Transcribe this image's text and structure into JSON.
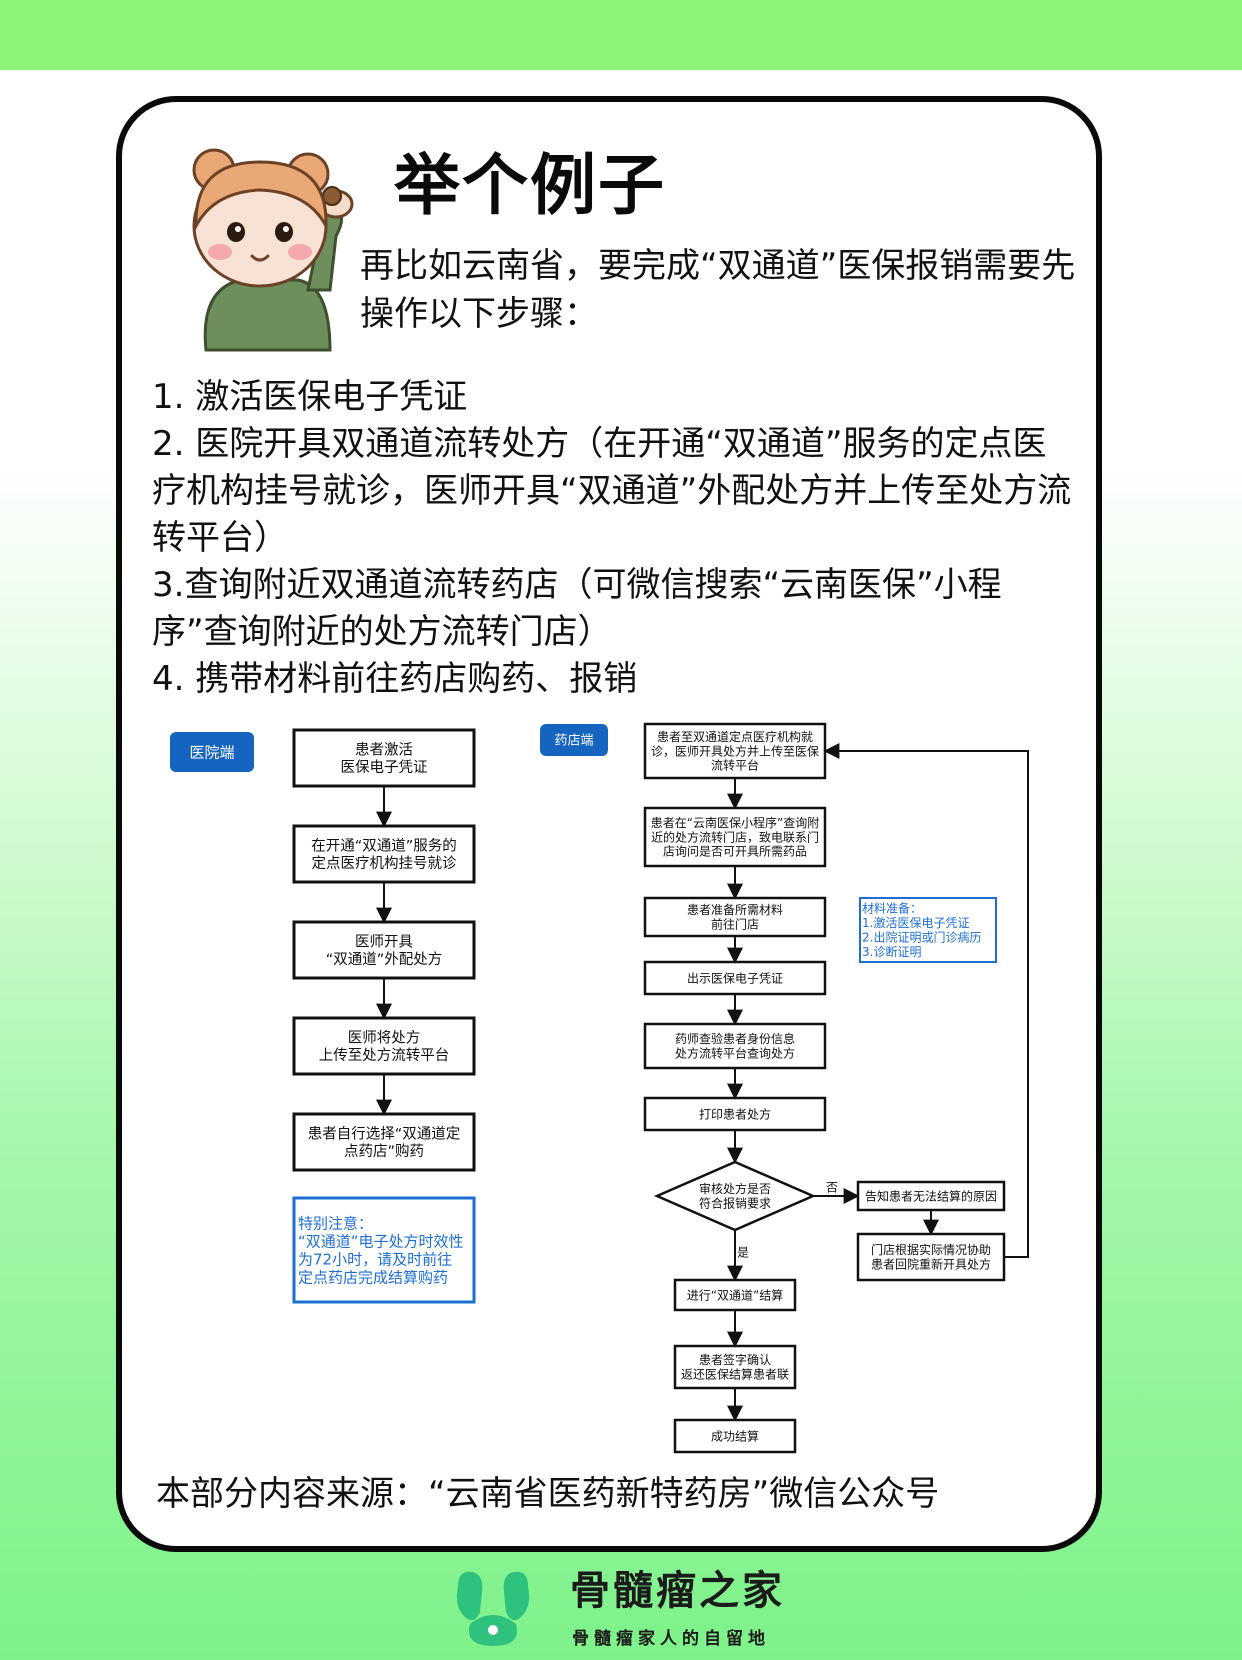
{
  "header": {
    "title": "举个例子"
  },
  "intro": {
    "text": "再比如云南省，要完成“双通道”医保报销需要先操作以下步骤："
  },
  "steps": [
    "1. 激活医保电子凭证",
    "2. 医院开具双通道流转处方（在开通“双通道”服务的定点医疗机构挂号就诊，医师开具“双通道”外配处方并上传至处方流转平台）",
    "3.查询附近双通道流转药店（可微信搜索“云南医保”小程序”查询附近的处方流转门店）",
    "4. 携带材料前往药店购药、报销"
  ],
  "flowchart": {
    "hospital_label": "医院端",
    "hospital_steps": [
      [
        "患者激活",
        "医保电子凭证"
      ],
      [
        "在开通“双通道”服务的",
        "定点医疗机构挂号就诊"
      ],
      [
        "医师开具",
        "“双通道”外配处方"
      ],
      [
        "医师将处方",
        "上传至处方流转平台"
      ],
      [
        "患者自行选择“双通道定",
        "点药店”购药"
      ]
    ],
    "hospital_note": [
      "特别注意：",
      "“双通道”电子处方时效性",
      "为72小时，请及时前往",
      "定点药店完成结算购药"
    ],
    "pharmacy_label": "药店端",
    "pharmacy_steps": [
      [
        "患者至双通道定点医疗机构就",
        "诊，医师开具处方并上传至医保",
        "流转平台"
      ],
      [
        "患者在“云南医保小程序”查询附",
        "近的处方流转门店，致电联系门",
        "店询问是否可开具所需药品"
      ],
      [
        "患者准备所需材料",
        "前往门店"
      ],
      [
        "出示医保电子凭证"
      ],
      [
        "药师查验患者身份信息",
        "处方流转平台查询处方"
      ],
      [
        "打印患者处方"
      ]
    ],
    "decision": [
      "审核处方是否",
      "符合报销要求"
    ],
    "no_label": "否",
    "yes_label": "是",
    "no_steps": [
      [
        "告知患者无法结算的原因"
      ],
      [
        "门店根据实际情况协助",
        "患者回院重新开具处方"
      ]
    ],
    "yes_steps": [
      [
        "进行“双通道”结算"
      ],
      [
        "患者签字确认",
        "返还医保结算患者联"
      ],
      [
        "成功结算"
      ]
    ],
    "materials_note": [
      "材料准备：",
      "1.激活医保电子凭证",
      "2.出院证明或门诊病历",
      "3.诊断证明"
    ]
  },
  "footer": {
    "source": "本部分内容来源：“云南省医药新特药房”微信公众号",
    "brand_name": "骨髓瘤之家",
    "brand_slogan": "骨髓瘤家人的自留地"
  },
  "colors": {
    "topbar": "#8ef57b",
    "accent_blue": "#1565c0",
    "note_blue": "#1f6fd1",
    "border": "#0a0a0a",
    "logo_green": "#2ec27e"
  }
}
